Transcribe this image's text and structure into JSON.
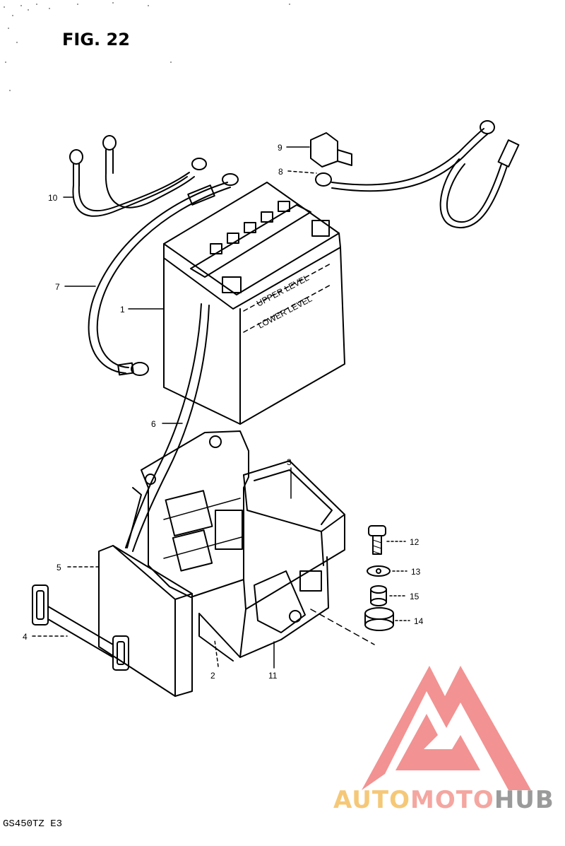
{
  "figure": {
    "title": "FIG. 22",
    "model": "GS450TZ  E3"
  },
  "battery": {
    "upper_level": "UPPER LEVEL",
    "lower_level": "LOWER LEVEL"
  },
  "callouts": [
    {
      "id": "1",
      "label": "1"
    },
    {
      "id": "2",
      "label": "2"
    },
    {
      "id": "3",
      "label": "3"
    },
    {
      "id": "4",
      "label": "4"
    },
    {
      "id": "5",
      "label": "5"
    },
    {
      "id": "6",
      "label": "6"
    },
    {
      "id": "7",
      "label": "7"
    },
    {
      "id": "8",
      "label": "8"
    },
    {
      "id": "9",
      "label": "9"
    },
    {
      "id": "10",
      "label": "10"
    },
    {
      "id": "11",
      "label": "11"
    },
    {
      "id": "12",
      "label": "12"
    },
    {
      "id": "13",
      "label": "13"
    },
    {
      "id": "14",
      "label": "14"
    },
    {
      "id": "15",
      "label": "15"
    }
  ],
  "watermark": {
    "part1": "AUTO",
    "part2": "MOTO",
    "part3": "HUB",
    "color1": "#f5c878",
    "color2": "#f4a6a0",
    "color3": "#9a9a9a",
    "logo_color": "#f08080"
  }
}
